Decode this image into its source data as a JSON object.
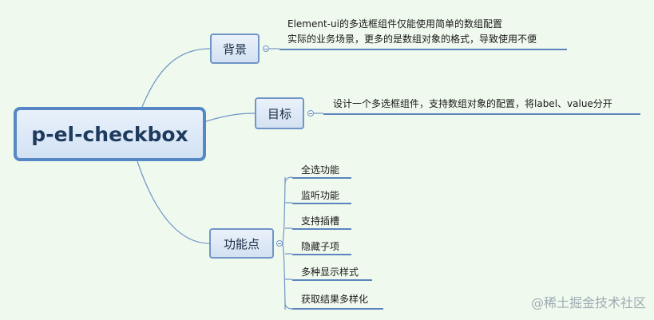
{
  "root": {
    "label": "p-el-checkbox"
  },
  "branches": {
    "background": {
      "label": "背景",
      "notes": [
        "Element-ui的多选框组件仅能使用简单的数组配置",
        "实际的业务场景，更多的是数组对象的格式，导致使用不便"
      ]
    },
    "goal": {
      "label": "目标",
      "notes": [
        "设计一个多选框组件，支持数组对象的配置，将label、value分开"
      ]
    },
    "features": {
      "label": "功能点",
      "items": [
        "全选功能",
        "监听功能",
        "支持插槽",
        "隐藏子项",
        "多种显示样式",
        "获取结果多样化"
      ]
    }
  },
  "watermark": "@稀土掘金技术社区",
  "colors": {
    "background": "#f0f9ee",
    "root_border": "#5688c6",
    "branch_border": "#6f96c6",
    "connector": "#6f96c6",
    "underline": "#5c84bd"
  }
}
